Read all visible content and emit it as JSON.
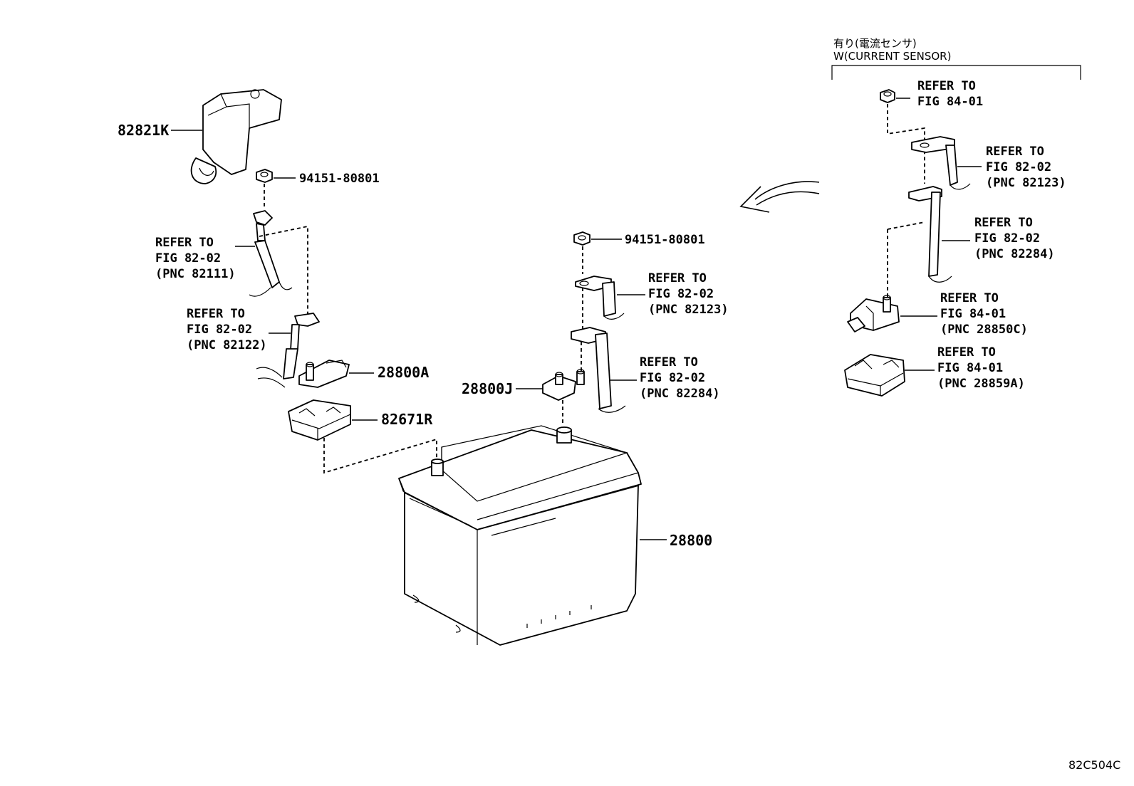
{
  "variant_header": {
    "line1": "有り(電流センサ)",
    "line2": "W(CURRENT SENSOR)"
  },
  "parts": {
    "p82821k": "82821K",
    "nut_left": "94151-80801",
    "nut_center": "94151-80801",
    "p28800a": "28800A",
    "p82671r": "82671R",
    "p28800j": "28800J",
    "p28800": "28800"
  },
  "refs": {
    "left_82111": [
      "REFER TO",
      "FIG 82-02",
      "(PNC 82111)"
    ],
    "left_82122": [
      "REFER TO",
      "FIG 82-02",
      "(PNC 82122)"
    ],
    "center_82123": [
      "REFER TO",
      "FIG 82-02",
      "(PNC 82123)"
    ],
    "center_82284": [
      "REFER TO",
      "FIG 82-02",
      "(PNC 82284)"
    ],
    "right_nut": [
      "REFER TO",
      "FIG 84-01"
    ],
    "right_82123": [
      "REFER TO",
      "FIG 82-02",
      "(PNC 82123)"
    ],
    "right_82284": [
      "REFER TO",
      "FIG 82-02",
      "(PNC 82284)"
    ],
    "right_28850c": [
      "REFER TO",
      "FIG 84-01",
      "(PNC 28850C)"
    ],
    "right_28859a": [
      "REFER TO",
      "FIG 84-01",
      "(PNC 28859A)"
    ]
  },
  "figure_code": "82C504C"
}
